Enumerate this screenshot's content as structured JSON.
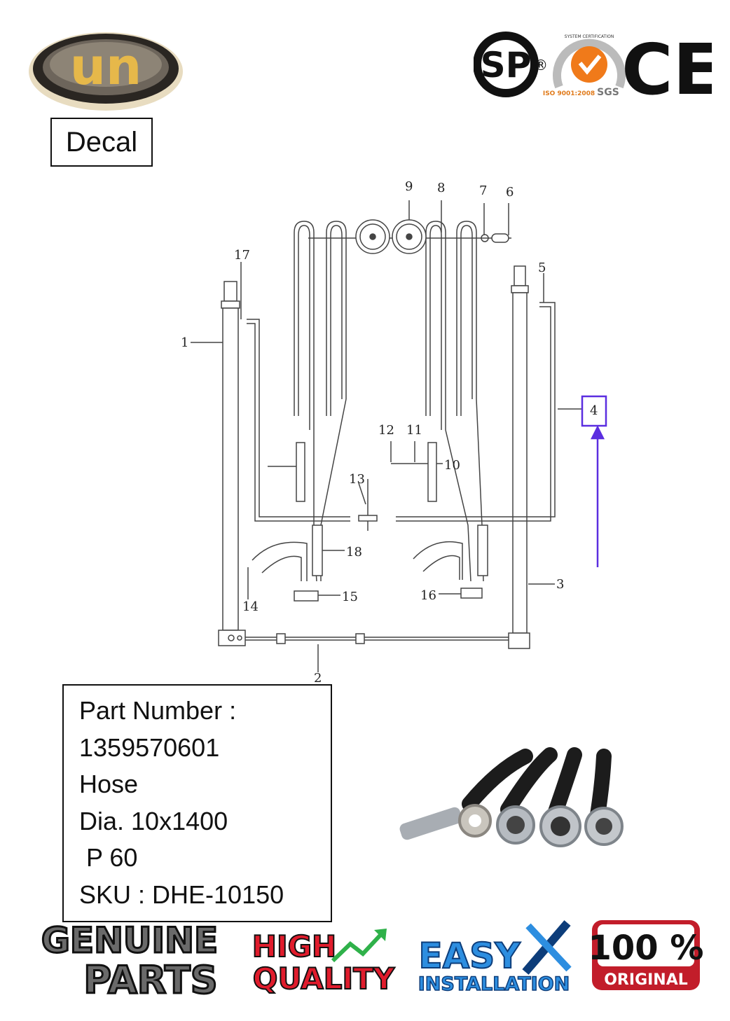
{
  "brand": {
    "logo_text": "un"
  },
  "decal": {
    "label": "Decal"
  },
  "certifications": [
    {
      "name": "csa",
      "text": "SP",
      "mark": "®"
    },
    {
      "name": "sgs",
      "ring_top": "SYSTEM CERTIFICATION",
      "ring_left": "ISO 9001:2008",
      "bottom": "SGS"
    },
    {
      "name": "ce",
      "text": "CE"
    }
  ],
  "diagram": {
    "callouts": [
      "1",
      "2",
      "3",
      "4",
      "5",
      "6",
      "7",
      "8",
      "9",
      "10",
      "11",
      "12",
      "13",
      "14",
      "15",
      "16",
      "17",
      "18"
    ],
    "highlight_callout": "4",
    "highlight_color": "#5b2ee0"
  },
  "part": {
    "lines": [
      "Part Number :",
      "1359570601",
      "Hose",
      "Dia. 10x1400",
      " P 60",
      "SKU : DHE-10150"
    ]
  },
  "badges": {
    "genuine": {
      "line1": "GENUINE",
      "line2": "PARTS"
    },
    "quality": {
      "line1": "HIGH",
      "line2": "QUALITY"
    },
    "easy": {
      "line1": "EASY",
      "line2": "INSTALLATION"
    },
    "original": {
      "line1": "100 %",
      "line2": "ORIGINAL"
    }
  }
}
